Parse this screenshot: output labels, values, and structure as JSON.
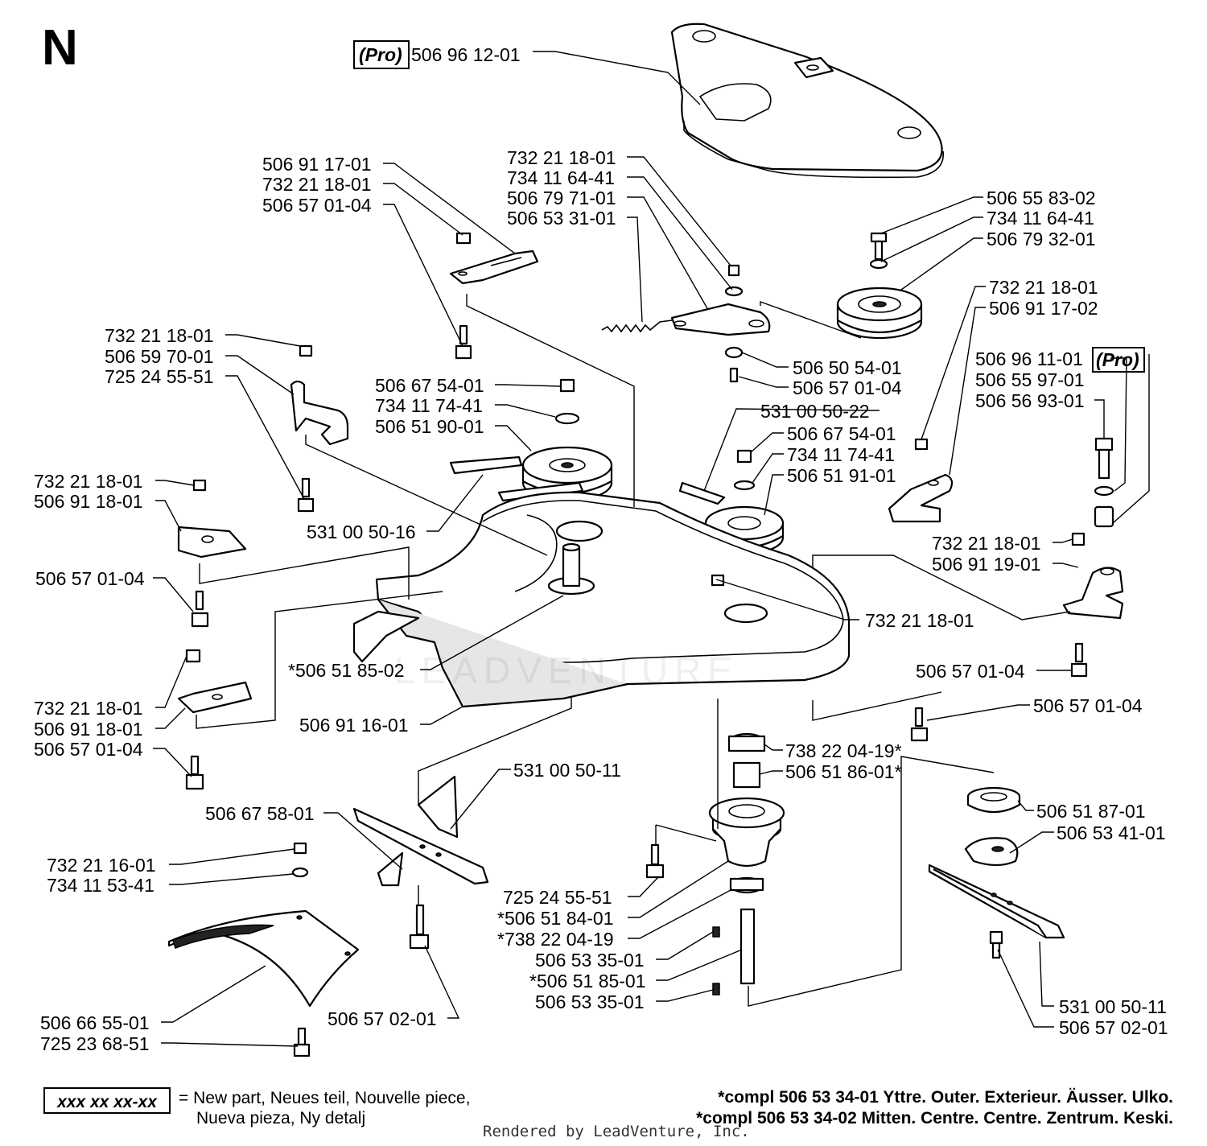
{
  "page_letter": "N",
  "pro_tag": "(Pro)",
  "watermark": "LEADVENTURE",
  "labels": {
    "l01": "506 96 12-01",
    "l02": "506 91 17-01",
    "l03": "732 21 18-01",
    "l04": "506 57 01-04",
    "l05": "732 21 18-01",
    "l06": "734 11 64-41",
    "l07": "506 79 71-01",
    "l08": "506 53 31-01",
    "l09": "506 55 83-02",
    "l10": "734 11 64-41",
    "l11": "506 79 32-01",
    "l12": "732 21 18-01",
    "l13": "506 91 17-02",
    "l14": "732 21 18-01",
    "l15": "506 59 70-01",
    "l16": "725 24 55-51",
    "l17": "506 67 54-01",
    "l18": "734 11 74-41",
    "l19": "506 51 90-01",
    "l20": "506 50 54-01",
    "l21": "506 57 01-04",
    "l22": "531 00 50-22",
    "l23": "506 96 11-01",
    "l24": "506 55 97-01",
    "l25": "506 56 93-01",
    "l26": "506 67 54-01",
    "l27": "734 11 74-41",
    "l28": "506 51 91-01",
    "l29": "732 21 18-01",
    "l30": "506 91 18-01",
    "l31": "531 00 50-16",
    "l32": "732 21 18-01",
    "l33": "506 91 19-01",
    "l34": "506 57 01-04",
    "l35": "732 21 18-01",
    "l36": "*506 51 85-02",
    "l37": "506 57 01-04",
    "l38": "732 21 18-01",
    "l39": "506 91 18-01",
    "l40": "506 91 16-01",
    "l41": "506 57 01-04",
    "l42": "506 57 01-04",
    "l43": "738 22 04-19*",
    "l44": "506 51 86-01*",
    "l45": "531 00 50-11",
    "l46": "506 67 58-01",
    "l47": "506 51 87-01",
    "l48": "506 53 41-01",
    "l49": "732 21 16-01",
    "l50": "734 11 53-41",
    "l51": "725 24 55-51",
    "l52": "*506 51 84-01",
    "l53": "*738 22 04-19",
    "l54": "506 53 35-01",
    "l55": "*506 51 85-01",
    "l56": "506 53 35-01",
    "l57": "506 66 55-01",
    "l58": "725 23 68-51",
    "l59": "506 57 02-01",
    "l60": "531 00 50-11",
    "l61": "506 57 02-01"
  },
  "legend": {
    "box": "xxx xx xx-xx",
    "line1": "= New part, Neues teil, Nouvelle piece,",
    "line2": "Nueva pieza, Ny detalj"
  },
  "notes": {
    "note1": "*compl 506 53 34-01 Yttre. Outer. Exterieur. Äusser. Ulko.",
    "note2": "*compl 506 53 34-02 Mitten. Centre. Centre. Zentrum. Keski."
  },
  "credit": "Rendered by LeadVenture, Inc."
}
